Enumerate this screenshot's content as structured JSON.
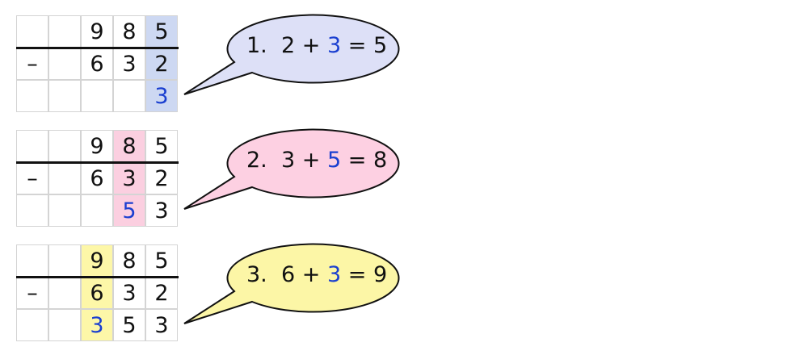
{
  "steps": [
    {
      "top": [
        "",
        "",
        "9",
        "8",
        "5"
      ],
      "mid": [
        "–",
        "",
        "6",
        "3",
        "2"
      ],
      "res": [
        "",
        "",
        "",
        "",
        "3"
      ],
      "hl_col": 4,
      "res_blue": [
        4
      ],
      "color": "#cdd8f2",
      "bubble_color": "#dde0f7",
      "bubble": {
        "num": "1.",
        "a": "2",
        "op": "+",
        "b": "3",
        "eq": "=",
        "c": "5"
      }
    },
    {
      "top": [
        "",
        "",
        "9",
        "8",
        "5"
      ],
      "mid": [
        "–",
        "",
        "6",
        "3",
        "2"
      ],
      "res": [
        "",
        "",
        "",
        "5",
        "3"
      ],
      "hl_col": 3,
      "res_blue": [
        3
      ],
      "color": "#fbcfe0",
      "bubble_color": "#fdd0e2",
      "bubble": {
        "num": "2.",
        "a": "3",
        "op": "+",
        "b": "5",
        "eq": "=",
        "c": "8"
      }
    },
    {
      "top": [
        "",
        "",
        "9",
        "8",
        "5"
      ],
      "mid": [
        "–",
        "",
        "6",
        "3",
        "2"
      ],
      "res": [
        "",
        "",
        "3",
        "5",
        "3"
      ],
      "hl_col": 2,
      "res_blue": [
        2
      ],
      "color": "#fdf7a8",
      "bubble_color": "#fcf6a6",
      "bubble": {
        "num": "3.",
        "a": "6",
        "op": "+",
        "b": "3",
        "eq": "=",
        "c": "9"
      }
    }
  ]
}
